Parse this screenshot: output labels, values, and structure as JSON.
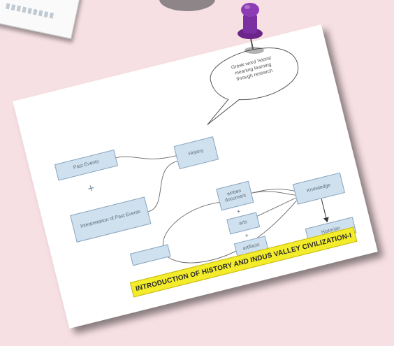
{
  "diagram": {
    "bubble_lines": [
      "Greek word 'istoria'",
      "meaning learning",
      "through research"
    ],
    "nodes": {
      "past_events": "Past Events",
      "interpretation": "Interpretation of Past Events",
      "history": "History",
      "written_document": "written document",
      "arts": "arts",
      "artifacts": "artifacts",
      "knowledge": "Knowledge",
      "historian": "Historian",
      "blank": ""
    },
    "plus_sign": "+"
  },
  "banner": {
    "text": "INTRODUCTION OF HISTORY AND INDUS VALLEY CIVILIZATION-I"
  },
  "colors": {
    "background": "#f7e0e4",
    "node_fill": "#cfe0ee",
    "banner_fill": "#f3ec2a",
    "pin": "#7b2fa0"
  }
}
